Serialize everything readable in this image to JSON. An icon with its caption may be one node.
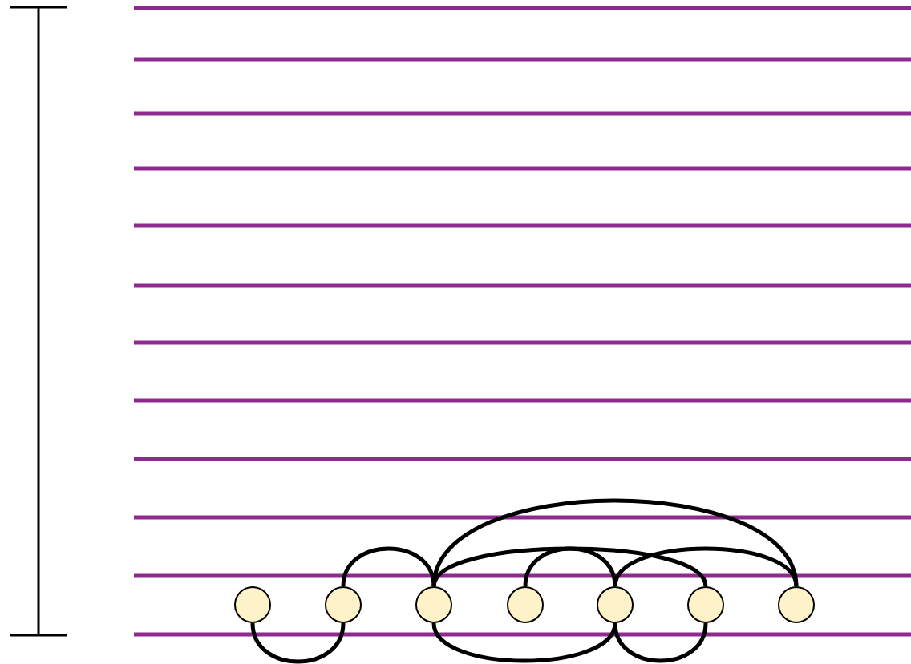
{
  "diagram": {
    "nodes": [
      {
        "text": [],
        "shape": "circle"
      },
      {
        "text": [],
        "shape": "circle"
      },
      {
        "text": [],
        "shape": "circle"
      },
      {
        "text": [],
        "shape": "circle"
      },
      {
        "text": [],
        "shape": "circle"
      },
      {
        "text": [],
        "shape": "circle"
      },
      {
        "text": [],
        "shape": "circle"
      }
    ],
    "edges": [
      {
        "from": 0,
        "to": 1,
        "arrow": "none"
      },
      {
        "from": 1,
        "to": 2,
        "arrow": "none"
      },
      {
        "from": 2,
        "to": 4,
        "arrow": "none"
      },
      {
        "from": 2,
        "to": 5,
        "arrow": "none"
      },
      {
        "from": 2,
        "to": 6,
        "arrow": "none"
      },
      {
        "from": 3,
        "to": 4,
        "arrow": "none"
      },
      {
        "from": 4,
        "to": 5,
        "arrow": "none"
      },
      {
        "from": 4,
        "to": 6,
        "arrow": "none"
      }
    ]
  }
}
